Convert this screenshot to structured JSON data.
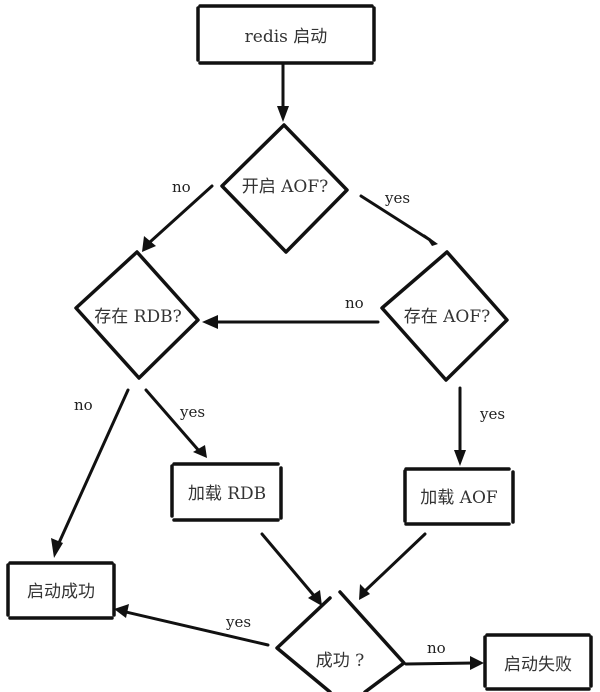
{
  "nodes": {
    "start": "redis 启动",
    "aof_enabled": "开启 AOF?",
    "rdb_exists": "存在 RDB?",
    "aof_exists": "存在 AOF?",
    "load_rdb": "加载 RDB",
    "load_aof": "加载 AOF",
    "start_ok": "启动成功",
    "success": "成功 ?",
    "start_fail": "启动失败"
  },
  "edge_labels": {
    "aof_enabled_no": "no",
    "aof_enabled_yes": "yes",
    "aof_exists_no": "no",
    "rdb_exists_no": "no",
    "rdb_exists_yes": "yes",
    "aof_exists_yes": "yes",
    "success_yes": "yes",
    "success_no": "no"
  },
  "colors": {
    "stroke": "#111111",
    "text": "#333333",
    "background": "#ffffff"
  }
}
